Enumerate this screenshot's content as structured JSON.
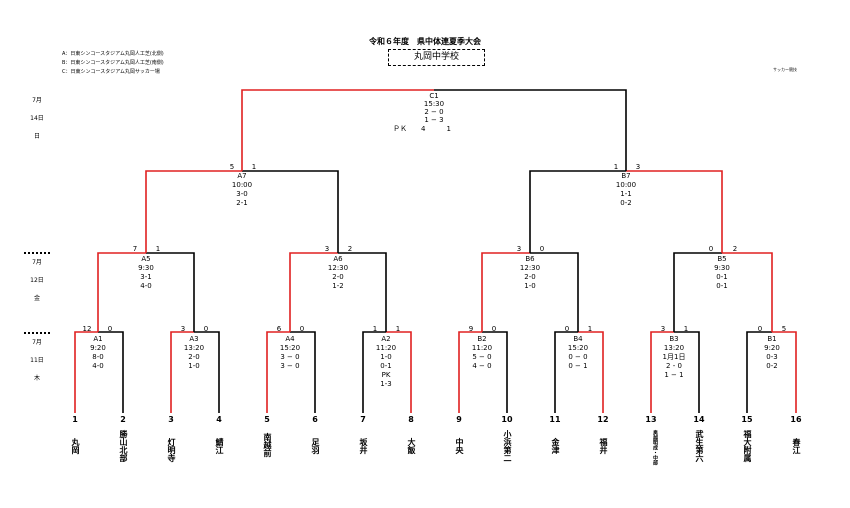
{
  "title": "令和６年度　県中体連夏季大会",
  "venues": [
    "A：日東シンコースタジアム丸岡人工芝(北側)",
    "B：日東シンコースタジアム丸岡人工芝(南側)",
    "C：日東シンコースタジアム丸岡サッカー場"
  ],
  "champion": "丸岡中学校",
  "corner_note": "サッカー競技",
  "dates": {
    "d14": [
      "7月",
      "14日",
      "日"
    ],
    "d12": [
      "7月",
      "12日",
      "金"
    ],
    "d11": [
      "7月",
      "11日",
      "木"
    ]
  },
  "colors": {
    "winner_line": "#e02020",
    "normal_line": "#000000"
  },
  "matches": {
    "A1": [
      "A1",
      "9:20",
      "8-0",
      "4-0"
    ],
    "A3": [
      "A3",
      "13:20",
      "2-0",
      "1-0"
    ],
    "A4": [
      "A4",
      "15:20",
      "3 − 0",
      "3 − 0"
    ],
    "A2": [
      "A2",
      "11:20",
      "1-0",
      "0-1",
      "PK",
      "1-3"
    ],
    "B2": [
      "B2",
      "11:20",
      "5 − 0",
      "4 − 0"
    ],
    "B4": [
      "B4",
      "15:20",
      "0 − 0",
      "0 − 1"
    ],
    "B3": [
      "B3",
      "13:20",
      "1月1日",
      "2 - 0",
      "1 − 1"
    ],
    "B1": [
      "B1",
      "9:20",
      "0-3",
      "0-2"
    ],
    "A5": [
      "A5",
      "9:30",
      "3-1",
      "4-0"
    ],
    "A6": [
      "A6",
      "12:30",
      "2-0",
      "1-2"
    ],
    "B6": [
      "B6",
      "12:30",
      "2-0",
      "1-0"
    ],
    "B5": [
      "B5",
      "9:30",
      "0-1",
      "0-1"
    ],
    "A7": [
      "A7",
      "10:00",
      "3-0",
      "2-1"
    ],
    "B7": [
      "B7",
      "10:00",
      "1-1",
      "0-2"
    ],
    "C1": [
      "C1",
      "15:30",
      "2 − 0",
      "1 − 3",
      "ＰＫ　　4　　　1"
    ]
  },
  "scores": {
    "A1": [
      "12",
      "0"
    ],
    "A3": [
      "3",
      "0"
    ],
    "A4": [
      "6",
      "0"
    ],
    "A2": [
      "1",
      "1"
    ],
    "B2": [
      "9",
      "0"
    ],
    "B4": [
      "0",
      "1"
    ],
    "B3": [
      "3",
      "1"
    ],
    "B1": [
      "0",
      "5"
    ],
    "A5": [
      "7",
      "1"
    ],
    "A6": [
      "3",
      "2"
    ],
    "B6": [
      "3",
      "0"
    ],
    "B5": [
      "0",
      "2"
    ],
    "A7": [
      "5",
      "1"
    ],
    "B7": [
      "1",
      "3"
    ]
  },
  "teams": [
    {
      "no": "1",
      "name": "丸岡"
    },
    {
      "no": "2",
      "name": "勝山北部"
    },
    {
      "no": "3",
      "name": "灯明寺"
    },
    {
      "no": "4",
      "name": "鯖江"
    },
    {
      "no": "5",
      "name": "南越前"
    },
    {
      "no": "6",
      "name": "足羽"
    },
    {
      "no": "7",
      "name": "坂井"
    },
    {
      "no": "8",
      "name": "大飯"
    },
    {
      "no": "9",
      "name": "中央"
    },
    {
      "no": "10",
      "name": "小浜第二"
    },
    {
      "no": "11",
      "name": "金津"
    },
    {
      "no": "12",
      "name": "福井"
    },
    {
      "no": "13",
      "name": "奥越明成・中部"
    },
    {
      "no": "14",
      "name": "武生第六"
    },
    {
      "no": "15",
      "name": "福大附属"
    },
    {
      "no": "16",
      "name": "春江"
    }
  ]
}
